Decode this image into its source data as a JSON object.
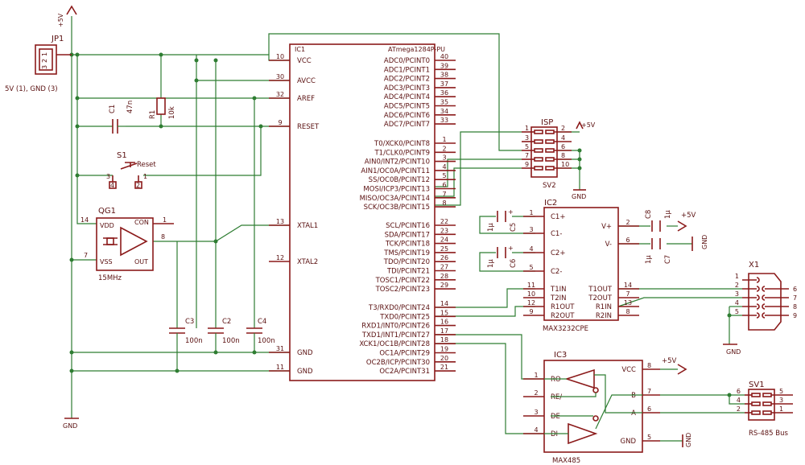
{
  "colors": {
    "wire": "#2e7d32",
    "part": "#8b1a1a",
    "text": "#5a1010",
    "pad": "#a05050",
    "bg": "#ffffff"
  },
  "power": {
    "vcc_left": "+5V",
    "gnd_left": "GND",
    "isp_vcc": "+5V",
    "isp_gnd": "GND",
    "c8_vcc": "+5V",
    "c7_gnd": "GND",
    "x1_gnd": "GND",
    "ic3_vcc": "+5V",
    "ic3_gnd": "GND"
  },
  "jp1": {
    "name": "JP1",
    "pins": [
      "1",
      "2",
      "3"
    ],
    "label": "5V (1), GND (3)"
  },
  "c1": {
    "name": "C1",
    "value": "47n"
  },
  "r1": {
    "name": "R1",
    "value": "10k"
  },
  "s1": {
    "name": "S1",
    "label": "Reset",
    "pins": [
      "3",
      "4",
      "1",
      "2"
    ]
  },
  "qg1": {
    "name": "QG1",
    "freq": "15MHz",
    "pins": {
      "vdd": "VDD",
      "vss": "VSS",
      "con": "CON",
      "out": "OUT",
      "p1": "1",
      "p7": "7",
      "p8": "8",
      "p14": "14"
    }
  },
  "caps": {
    "c2": {
      "name": "C2",
      "value": "100n"
    },
    "c3": {
      "name": "C3",
      "value": "100n"
    },
    "c4": {
      "name": "C4",
      "value": "100n"
    }
  },
  "ic1": {
    "name": "IC1",
    "part": "ATmega1284P-PU",
    "left": [
      {
        "pin": "10",
        "name": "VCC"
      },
      {
        "pin": "30",
        "name": "AVCC"
      },
      {
        "pin": "32",
        "name": "AREF"
      },
      {
        "pin": "9",
        "name": "RESET"
      },
      {
        "pin": "13",
        "name": "XTAL1"
      },
      {
        "pin": "12",
        "name": "XTAL2"
      },
      {
        "pin": "31",
        "name": "GND"
      },
      {
        "pin": "11",
        "name": "GND"
      }
    ],
    "right": [
      {
        "pin": "40",
        "name": "ADC0/PCINT0"
      },
      {
        "pin": "39",
        "name": "ADC1/PCINT1"
      },
      {
        "pin": "38",
        "name": "ADC2/PCINT2"
      },
      {
        "pin": "37",
        "name": "ADC3/PCINT3"
      },
      {
        "pin": "36",
        "name": "ADC4/PCINT4"
      },
      {
        "pin": "35",
        "name": "ADC5/PCINT5"
      },
      {
        "pin": "34",
        "name": "ADC6/PCINT6"
      },
      {
        "pin": "33",
        "name": "ADC7/PCINT7"
      },
      {
        "pin": "1",
        "name": "T0/XCK0/PCINT8"
      },
      {
        "pin": "2",
        "name": "T1/CLK0/PCINT9"
      },
      {
        "pin": "3",
        "name": "AIN0/INT2/PCINT10"
      },
      {
        "pin": "4",
        "name": "AIN1/OC0A/PCINT11"
      },
      {
        "pin": "5",
        "name": "SS/OC0B/PCINT12"
      },
      {
        "pin": "6",
        "name": "MOSI/ICP3/PCINT13"
      },
      {
        "pin": "7",
        "name": "MISO/OC3A/PCINT14"
      },
      {
        "pin": "8",
        "name": "SCK/OC3B/PCINT15"
      },
      {
        "pin": "22",
        "name": "SCL/PCINT16"
      },
      {
        "pin": "23",
        "name": "SDA/PCINT17"
      },
      {
        "pin": "24",
        "name": "TCK/PCINT18"
      },
      {
        "pin": "25",
        "name": "TMS/PCINT19"
      },
      {
        "pin": "26",
        "name": "TDO/PCINT20"
      },
      {
        "pin": "27",
        "name": "TDI/PCINT21"
      },
      {
        "pin": "28",
        "name": "TOSC1/PCINT22"
      },
      {
        "pin": "29",
        "name": "TOSC2/PCINT23"
      },
      {
        "pin": "14",
        "name": "T3/RXD0/PCINT24"
      },
      {
        "pin": "15",
        "name": "TXD0/PCINT25"
      },
      {
        "pin": "16",
        "name": "RXD1/INT0/PCINT26"
      },
      {
        "pin": "17",
        "name": "TXD1/INT1/PCINT27"
      },
      {
        "pin": "18",
        "name": "XCK1/OC1B/PCINT28"
      },
      {
        "pin": "19",
        "name": "OC1A/PCINT29"
      },
      {
        "pin": "20",
        "name": "OC2B/ICP/PCINT30"
      },
      {
        "pin": "21",
        "name": "OC2A/PCINT31"
      }
    ]
  },
  "isp": {
    "name": "ISP",
    "ref": "SV2",
    "left": [
      "1",
      "3",
      "5",
      "7",
      "9"
    ],
    "right": [
      "2",
      "4",
      "6",
      "8",
      "10"
    ]
  },
  "ic2": {
    "name": "IC2",
    "part": "MAX3232CPE",
    "left": [
      {
        "pin": "1",
        "name": "C1+"
      },
      {
        "pin": "3",
        "name": "C1-"
      },
      {
        "pin": "4",
        "name": "C2+"
      },
      {
        "pin": "5",
        "name": "C2-"
      },
      {
        "pin": "11",
        "name": "T1IN"
      },
      {
        "pin": "10",
        "name": "T2IN"
      },
      {
        "pin": "12",
        "name": "R1OUT"
      },
      {
        "pin": "9",
        "name": "R2OUT"
      }
    ],
    "right": [
      {
        "pin": "2",
        "name": "V+"
      },
      {
        "pin": "6",
        "name": "V-"
      },
      {
        "pin": "14",
        "name": "T1OUT"
      },
      {
        "pin": "7",
        "name": "T2OUT"
      },
      {
        "pin": "13",
        "name": "R1IN"
      },
      {
        "pin": "8",
        "name": "R2IN"
      }
    ]
  },
  "c5": {
    "name": "C5",
    "value": "1µ"
  },
  "c6": {
    "name": "C6",
    "value": "1µ"
  },
  "c7": {
    "name": "C7",
    "value": "1µ"
  },
  "c8": {
    "name": "C8",
    "value": "1µ"
  },
  "x1": {
    "name": "X1",
    "left": [
      "1",
      "2",
      "3",
      "4",
      "5"
    ],
    "right": [
      "6",
      "7",
      "8",
      "9"
    ]
  },
  "ic3": {
    "name": "IC3",
    "part": "MAX485",
    "left": [
      {
        "pin": "1",
        "name": "RO"
      },
      {
        "pin": "2",
        "name": "RE/"
      },
      {
        "pin": "3",
        "name": "DE"
      },
      {
        "pin": "4",
        "name": "DI"
      }
    ],
    "right": [
      {
        "pin": "8",
        "name": "VCC"
      },
      {
        "pin": "7",
        "name": "B"
      },
      {
        "pin": "6",
        "name": "A"
      },
      {
        "pin": "5",
        "name": "GND"
      }
    ]
  },
  "sv1": {
    "name": "SV1",
    "label": "RS-485 Bus",
    "left": [
      "6",
      "4",
      "2"
    ],
    "right": [
      "5",
      "3",
      "1"
    ]
  }
}
